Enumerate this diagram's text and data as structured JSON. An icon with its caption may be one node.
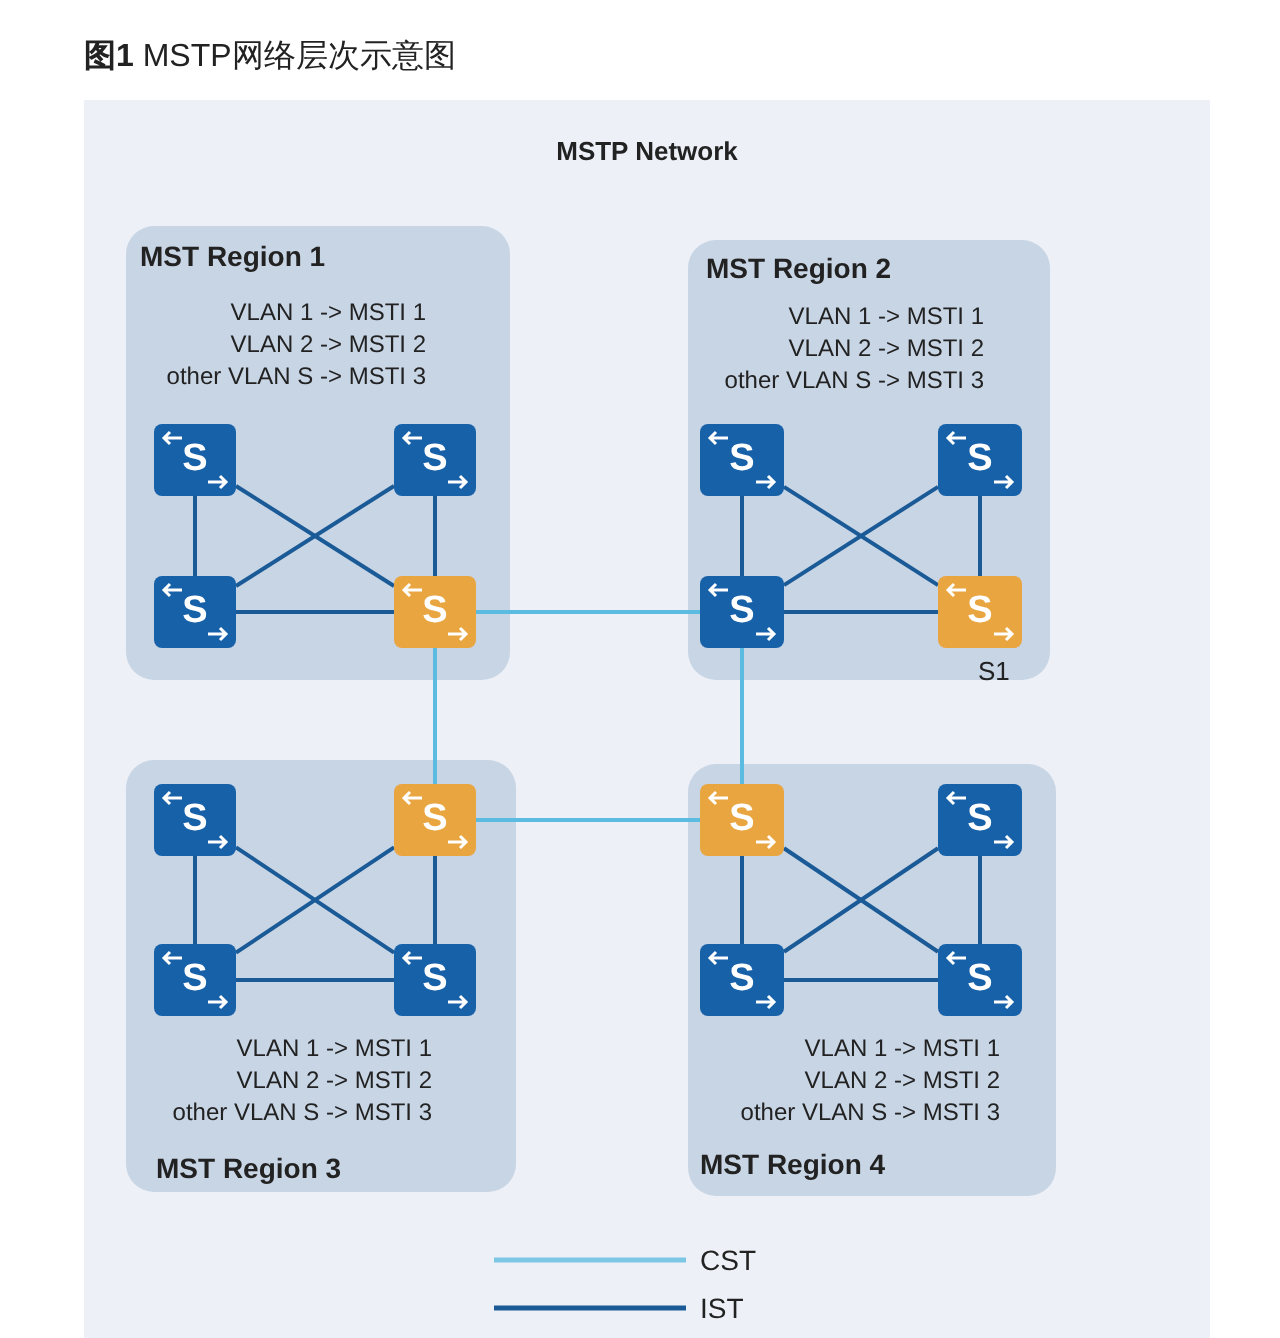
{
  "diagram": {
    "title": "**图1** MSTP网络层次示意图",
    "nodes": [
      {
        "text": [
          "MSTP Network"
        ]
      },
      {
        "text": [
          "MST Region 1",
          "VLAN 1 -> MSTI 1",
          "VLAN 2 -> MSTI 2",
          "other VLAN S -> MSTI 3"
        ],
        "in": 0
      },
      {
        "text": [
          "S"
        ],
        "in": 1
      },
      {
        "text": [
          "S"
        ],
        "in": 1
      },
      {
        "text": [
          "S"
        ],
        "in": 1
      },
      {
        "text": [
          "S"
        ],
        "in": 1
      },
      {
        "text": [
          "MST Region 2",
          "VLAN 1 -> MSTI 1",
          "VLAN 2 -> MSTI 2",
          "other VLAN S -> MSTI 3"
        ],
        "in": 0
      },
      {
        "text": [
          "S"
        ],
        "in": 6
      },
      {
        "text": [
          "S"
        ],
        "in": 6
      },
      {
        "text": [
          "S"
        ],
        "in": 6
      },
      {
        "text": [
          "S"
        ],
        "in": 6,
        "beside": [
          "S1"
        ]
      },
      {
        "text": [
          "VLAN 1 -> MSTI 1",
          "VLAN 2 -> MSTI 2",
          "other VLAN S -> MSTI 3",
          "MST Region 3"
        ],
        "in": 0
      },
      {
        "text": [
          "S"
        ],
        "in": 11
      },
      {
        "text": [
          "S"
        ],
        "in": 11
      },
      {
        "text": [
          "S"
        ],
        "in": 11
      },
      {
        "text": [
          "S"
        ],
        "in": 11
      },
      {
        "text": [
          "VLAN 1 -> MSTI 1",
          "VLAN 2 -> MSTI 2",
          "other VLAN S -> MSTI 3",
          "MST Region 4"
        ],
        "in": 0
      },
      {
        "text": [
          "S"
        ],
        "in": 16
      },
      {
        "text": [
          "S"
        ],
        "in": 16
      },
      {
        "text": [
          "S"
        ],
        "in": 16
      },
      {
        "text": [
          "S"
        ],
        "in": 16
      }
    ],
    "edges": [
      {
        "from": 2,
        "to": 4,
        "arrow": "none"
      },
      {
        "from": 3,
        "to": 5,
        "arrow": "none"
      },
      {
        "from": 4,
        "to": 5,
        "arrow": "none"
      },
      {
        "from": 2,
        "to": 5,
        "arrow": "none"
      },
      {
        "from": 3,
        "to": 4,
        "arrow": "none"
      },
      {
        "from": 7,
        "to": 9,
        "arrow": "none"
      },
      {
        "from": 8,
        "to": 10,
        "arrow": "none"
      },
      {
        "from": 9,
        "to": 10,
        "arrow": "none"
      },
      {
        "from": 7,
        "to": 10,
        "arrow": "none"
      },
      {
        "from": 8,
        "to": 9,
        "arrow": "none"
      },
      {
        "from": 12,
        "to": 14,
        "arrow": "none"
      },
      {
        "from": 13,
        "to": 15,
        "arrow": "none"
      },
      {
        "from": 14,
        "to": 15,
        "arrow": "none"
      },
      {
        "from": 12,
        "to": 15,
        "arrow": "none"
      },
      {
        "from": 13,
        "to": 14,
        "arrow": "none"
      },
      {
        "from": 17,
        "to": 19,
        "arrow": "none"
      },
      {
        "from": 18,
        "to": 20,
        "arrow": "none"
      },
      {
        "from": 19,
        "to": 20,
        "arrow": "none"
      },
      {
        "from": 17,
        "to": 20,
        "arrow": "none"
      },
      {
        "from": 18,
        "to": 19,
        "arrow": "none"
      },
      {
        "from": 5,
        "to": 9,
        "arrow": "none",
        "color": "#5bbbe0"
      },
      {
        "from": 5,
        "to": 13,
        "arrow": "none",
        "color": "#5bbbe0"
      },
      {
        "from": 13,
        "to": 17,
        "arrow": "none",
        "color": "#5bbbe0"
      },
      {
        "from": 9,
        "to": 17,
        "arrow": "none",
        "color": "#5bbbe0"
      }
    ],
    "legend": [
      {
        "text": "CST"
      },
      {
        "text": "IST"
      }
    ]
  }
}
